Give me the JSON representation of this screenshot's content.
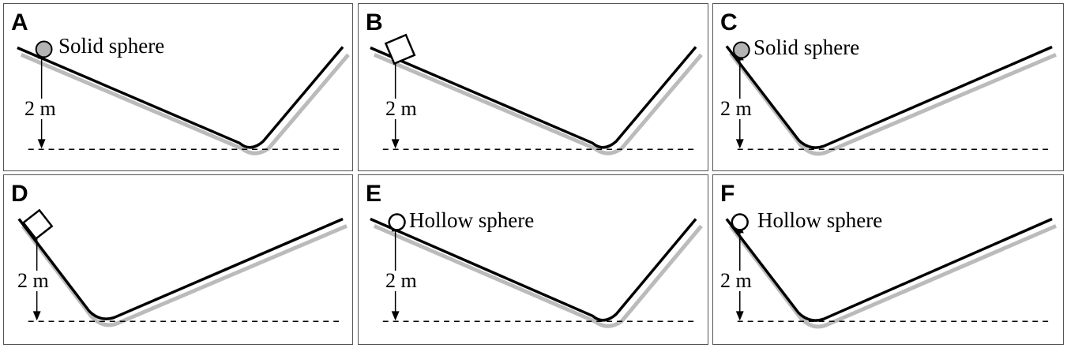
{
  "panels": [
    {
      "letter": "A",
      "object": "Solid sphere",
      "height": "2 m"
    },
    {
      "letter": "B",
      "object": "",
      "height": "2 m"
    },
    {
      "letter": "C",
      "object": "Solid sphere",
      "height": "2 m"
    },
    {
      "letter": "D",
      "object": "",
      "height": "2 m"
    },
    {
      "letter": "E",
      "object": "Hollow sphere",
      "height": "2 m"
    },
    {
      "letter": "F",
      "object": "Hollow sphere",
      "height": "2 m"
    }
  ],
  "colors": {
    "track": "#000000",
    "track_shadow": "#bbbbbb",
    "solid_sphere_fill": "#b3b3b3",
    "hollow_sphere_fill": "#ffffff",
    "panel_border": "#555555"
  },
  "icons": {
    "solid_object": "solid-sphere-icon",
    "block_object": "block-icon",
    "hollow_object": "hollow-sphere-icon",
    "height_marker": "double-arrow-icon"
  }
}
